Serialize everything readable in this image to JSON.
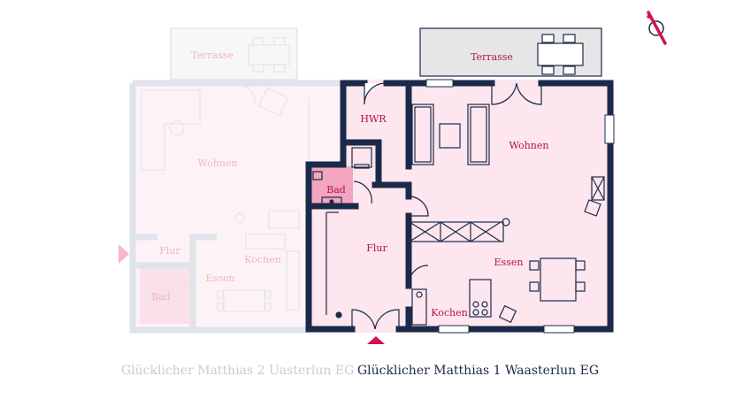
{
  "colors": {
    "wall_dark": "#1b2a4a",
    "wall_faint": "#dfe3ea",
    "room_pink": "#fde6ee",
    "room_pink_faint": "#fdf3f6",
    "bath_pink": "#f4a6c0",
    "accent": "#d6114f",
    "terrace_grey": "#e6e6e6"
  },
  "left_unit": {
    "caption": "Glücklicher Matthias 2 Uasterlun EG",
    "rooms": {
      "terrasse": "Terrasse",
      "wohnen": "Wohnen",
      "flur": "Flur",
      "kochen": "Kochen",
      "essen": "Essen",
      "bad": "Bad"
    }
  },
  "right_unit": {
    "caption": "Glücklicher Matthias 1 Waasterlun EG",
    "rooms": {
      "terrasse": "Terrasse",
      "hwr": "HWR",
      "wohnen": "Wohnen",
      "bad": "Bad",
      "flur": "Flur",
      "essen": "Essen",
      "kochen": "Kochen"
    }
  },
  "compass": {
    "icon": "north-arrow-icon"
  }
}
